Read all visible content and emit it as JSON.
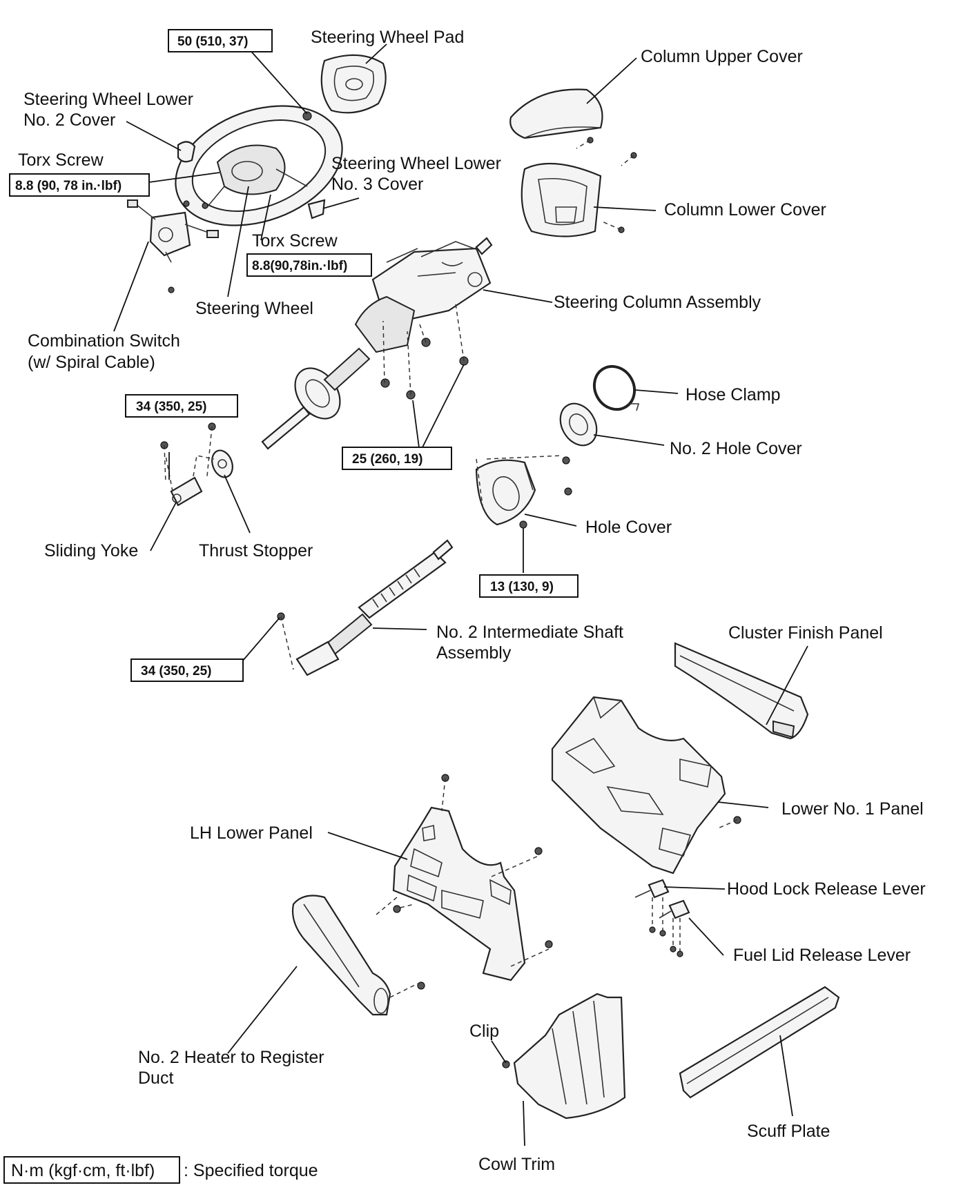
{
  "labels": {
    "steering_wheel_pad": "Steering Wheel Pad",
    "column_upper_cover": "Column Upper Cover",
    "sw_lower_no2_cover_l1": "Steering Wheel Lower",
    "sw_lower_no2_cover_l2": "No. 2 Cover",
    "torx_screw": "Torx Screw",
    "sw_lower_no3_cover_l1": "Steering Wheel Lower",
    "sw_lower_no3_cover_l2": "No. 3 Cover",
    "column_lower_cover": "Column Lower Cover",
    "steering_wheel": "Steering Wheel",
    "steering_column_assembly": "Steering Column Assembly",
    "combination_switch_l1": "Combination Switch",
    "combination_switch_l2": "(w/ Spiral Cable)",
    "hose_clamp": "Hose Clamp",
    "no2_hole_cover": "No. 2 Hole Cover",
    "hole_cover": "Hole Cover",
    "sliding_yoke": "Sliding Yoke",
    "thrust_stopper": "Thrust Stopper",
    "no2_intermediate_shaft_l1": "No. 2 Intermediate Shaft",
    "no2_intermediate_shaft_l2": "Assembly",
    "cluster_finish_panel": "Cluster Finish Panel",
    "lower_no1_panel": "Lower No. 1 Panel",
    "lh_lower_panel": "LH Lower Panel",
    "hood_lock_release_lever": "Hood Lock Release Lever",
    "fuel_lid_release_lever": "Fuel Lid Release Lever",
    "clip": "Clip",
    "no2_heater_duct_l1": "No. 2 Heater to Register",
    "no2_heater_duct_l2": "Duct",
    "scuff_plate": "Scuff Plate",
    "cowl_trim": "Cowl Trim"
  },
  "torques": {
    "wheel_nut": "50 (510, 37)",
    "torx_screw_wheel": "8.8 (90, 78 in.·lbf)",
    "torx_screw_cover": "8.8(90,78in.·lbf)",
    "yoke_bolts": "34 (350, 25)",
    "column_nuts": "25 (260, 19)",
    "hole_cover_nuts": "13 (130, 9)",
    "shaft_bolt": "34 (350, 25)"
  },
  "legend": {
    "unit": "N·m (kgf·cm, ft·lbf)",
    "text": ": Specified torque"
  }
}
